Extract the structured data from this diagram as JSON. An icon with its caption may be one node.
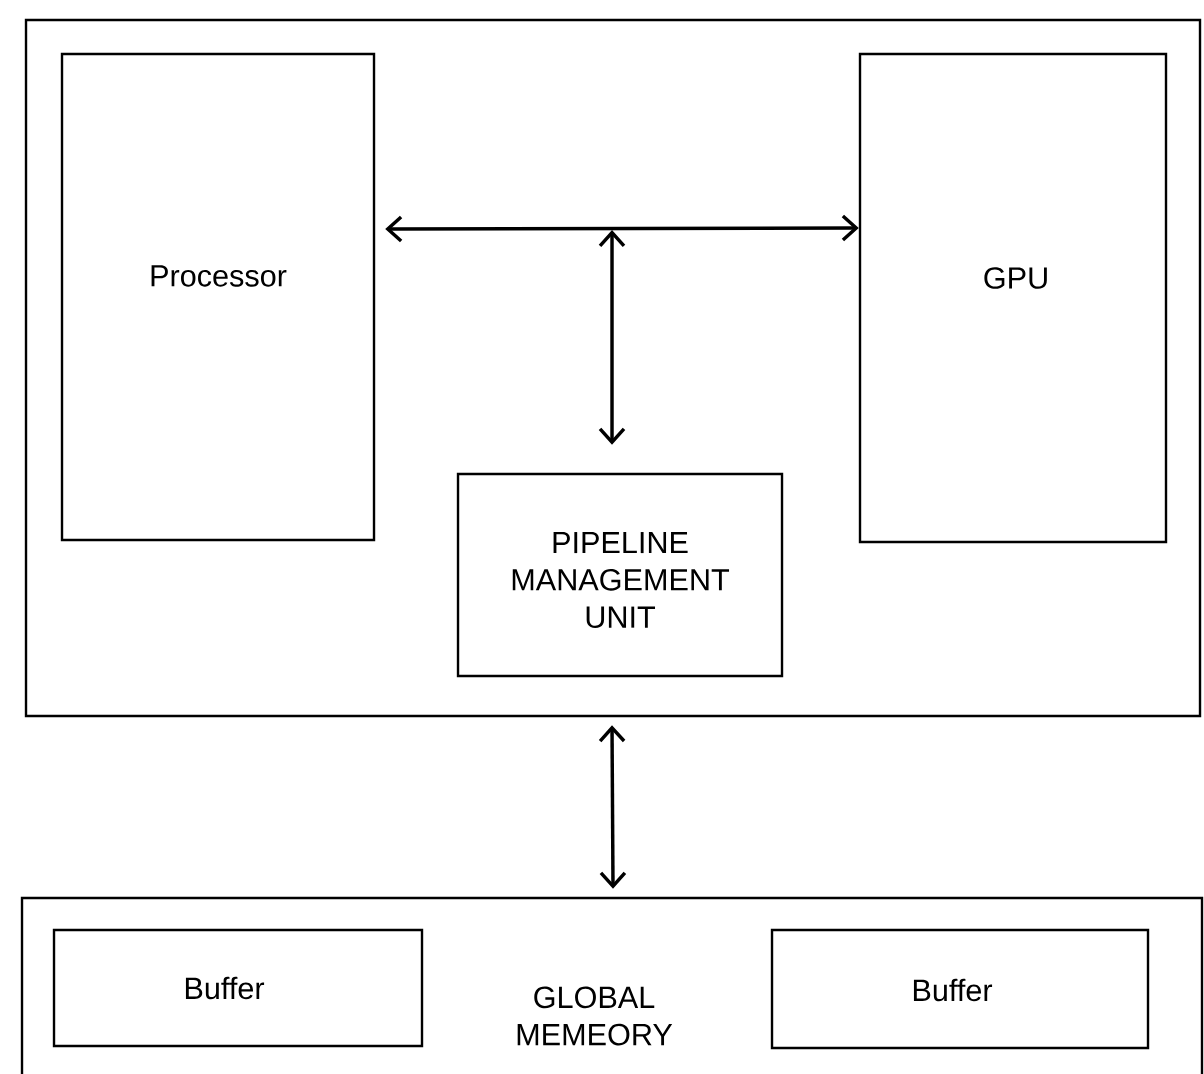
{
  "diagram": {
    "nodes": [
      {
        "text": [],
        "shape": "box"
      },
      {
        "text": [
          "Processor"
        ],
        "in": 0
      },
      {
        "text": [
          "GPU"
        ],
        "in": 0
      },
      {
        "text": [
          "PIPELINE MANAGEMENT UNIT"
        ],
        "in": 0
      },
      {
        "text": [
          "GLOBAL MEMEORY"
        ]
      },
      {
        "text": [
          "Buffer"
        ],
        "in": 4
      },
      {
        "text": [
          "Buffer"
        ],
        "in": 4
      }
    ],
    "edges": [
      {
        "from": 1,
        "to": 2,
        "arrow": "both"
      },
      {
        "from": null,
        "to": 3,
        "arrow": "both"
      },
      {
        "from": 0,
        "to": 4,
        "arrow": "both"
      }
    ]
  }
}
